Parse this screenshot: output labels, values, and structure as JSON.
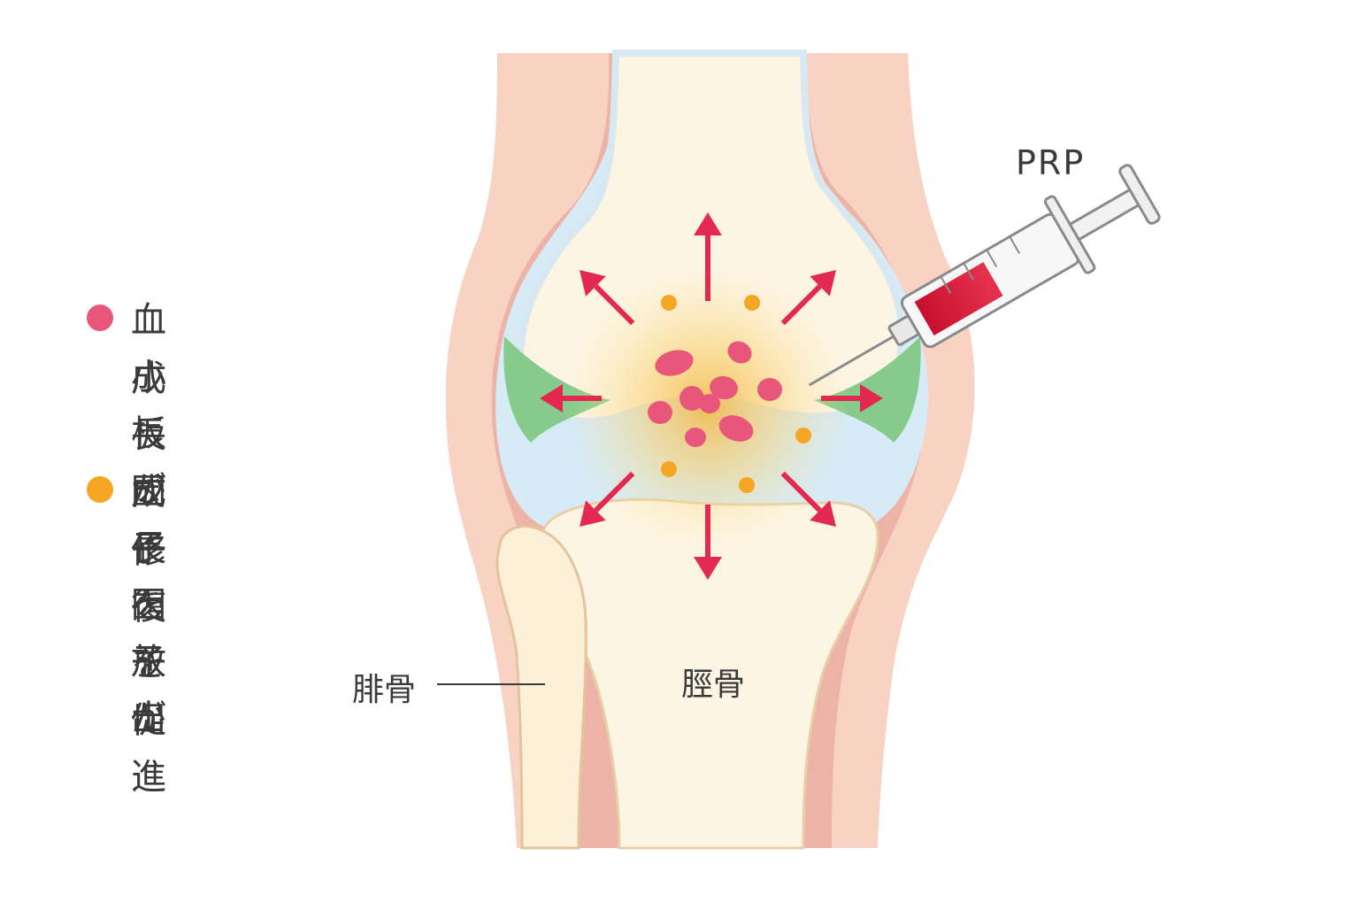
{
  "legend": [
    {
      "color": "#e8567c",
      "line1": "血小板が",
      "line2": "成長因子を放出"
    },
    {
      "color": "#f5a623",
      "line1": "成長因子が",
      "line2": "修復を促進"
    }
  ],
  "labels": {
    "syringe": "PRP",
    "fibula": "腓骨",
    "tibia": "脛骨"
  },
  "colors": {
    "skin": "#f8d3c4",
    "skin_edge": "#ecaaa0",
    "bone": "#fdf5e3",
    "bone_edge": "#e9cfa8",
    "cartilage": "#cfe5f3",
    "meniscus": "#7cc585",
    "arrow": "#e3294f",
    "platelet": "#e8567c",
    "growth_factor": "#f5a623"
  }
}
